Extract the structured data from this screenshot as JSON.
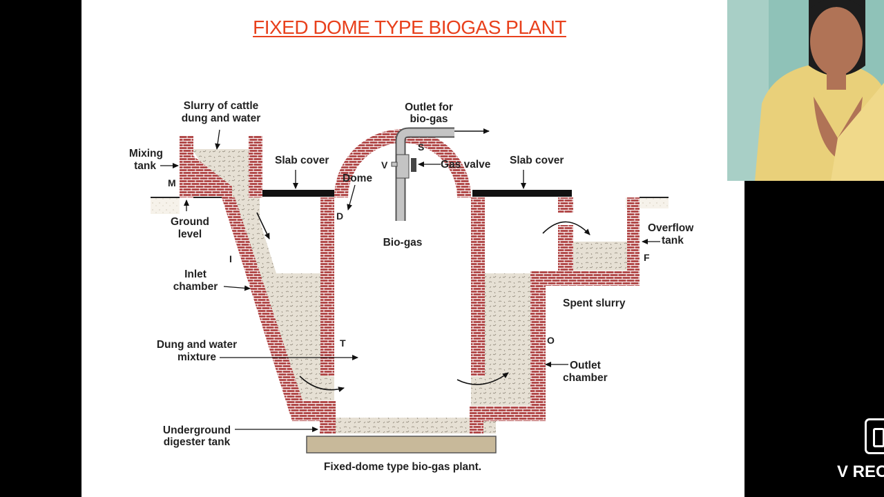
{
  "slide": {
    "title": "FIXED DOME TYPE BIOGAS PLANT",
    "caption": "Fixed-dome type bio-gas plant."
  },
  "labels": {
    "slurry_line1": "Slurry of cattle",
    "slurry_line2": "dung and water",
    "outlet_line1": "Outlet for",
    "outlet_line2": "bio-gas",
    "mixing_line1": "Mixing",
    "mixing_line2": "tank",
    "slab_cover_left": "Slab cover",
    "slab_cover_right": "Slab cover",
    "gas_valve": "Gas valve",
    "dome": "Dome",
    "ground_line1": "Ground",
    "ground_line2": "level",
    "bio_gas": "Bio-gas",
    "overflow_line1": "Overflow",
    "overflow_line2": "tank",
    "inlet_line1": "Inlet",
    "inlet_line2": "chamber",
    "spent_slurry": "Spent slurry",
    "dung_line1": "Dung and water",
    "dung_line2": "mixture",
    "outlet_ch_line1": "Outlet",
    "outlet_ch_line2": "chamber",
    "underground_line1": "Underground",
    "underground_line2": "digester tank"
  },
  "letters": {
    "M": "M",
    "S": "S",
    "V": "V",
    "D": "D",
    "I": "I",
    "F": "F",
    "O": "O",
    "T": "T"
  },
  "overlay": {
    "rec_text": "V REC"
  },
  "colors": {
    "title": "#e8401c",
    "brick": "#b24a4a",
    "mortar": "#ffffff",
    "slurry": "#e6e0d4",
    "slab": "#111111",
    "base": "#c8b99a",
    "pipe": "#c4c4c4"
  }
}
